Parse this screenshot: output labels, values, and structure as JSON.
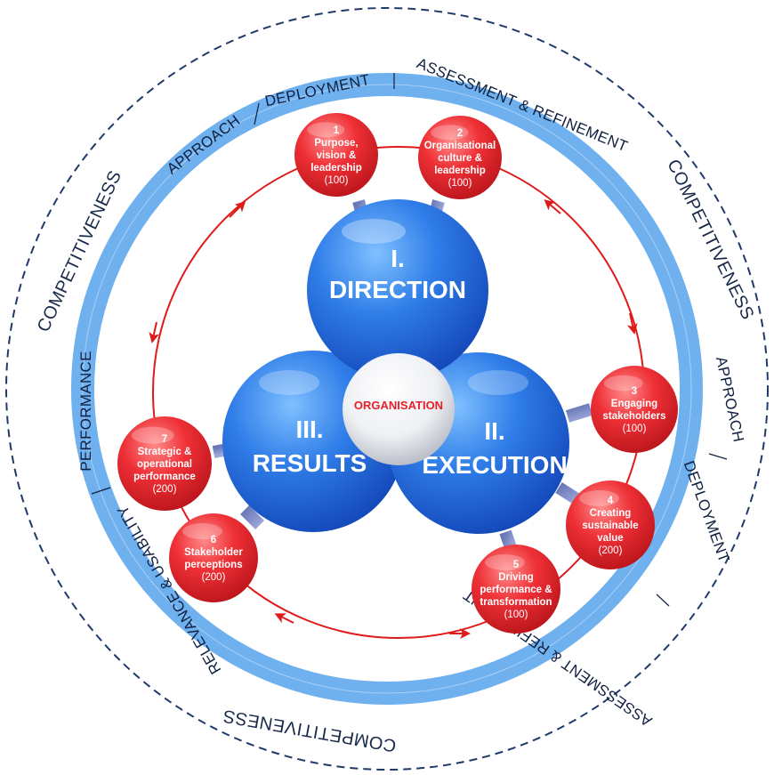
{
  "outer_ring": {
    "top_left": "COMPETITIVENESS",
    "top_right": "COMPETITIVENESS",
    "bottom": "COMPETITIVENESS"
  },
  "band": {
    "top": [
      "APPROACH",
      "DEPLOYMENT",
      "ASSESSMENT & REFINEMENT"
    ],
    "right": [
      "APPROACH",
      "DEPLOYMENT",
      "ASSESSMENT & REFINEMENT"
    ],
    "left": [
      "RELEVANCE & USABILITY",
      "PERFORMANCE"
    ]
  },
  "core": {
    "direction": [
      "I.",
      "DIRECTION"
    ],
    "execution": [
      "II.",
      "EXECUTION"
    ],
    "results": [
      "III.",
      "RESULTS"
    ],
    "center": "ORGANISATION"
  },
  "criteria": [
    {
      "num": "1",
      "lines": [
        "Purpose,",
        "vision &",
        "leadership"
      ],
      "score": "(100)"
    },
    {
      "num": "2",
      "lines": [
        "Organisational",
        "culture &",
        "leadership"
      ],
      "score": "(100)"
    },
    {
      "num": "3",
      "lines": [
        "Engaging",
        "stakeholders"
      ],
      "score": "(100)"
    },
    {
      "num": "4",
      "lines": [
        "Creating",
        "sustainable",
        "value"
      ],
      "score": "(200)"
    },
    {
      "num": "5",
      "lines": [
        "Driving",
        "performance &",
        "transformation"
      ],
      "score": "(100)"
    },
    {
      "num": "6",
      "lines": [
        "Stakeholder",
        "perceptions"
      ],
      "score": "(200)"
    },
    {
      "num": "7",
      "lines": [
        "Strategic &",
        "operational",
        "performance"
      ],
      "score": "(200)"
    }
  ],
  "colors": {
    "band": "#6fb0ef",
    "outer_dash": "#1f3a6a",
    "core_blue": "#2f7de8",
    "node_red": "#e8252c",
    "arrow_red": "#e01a1a"
  }
}
